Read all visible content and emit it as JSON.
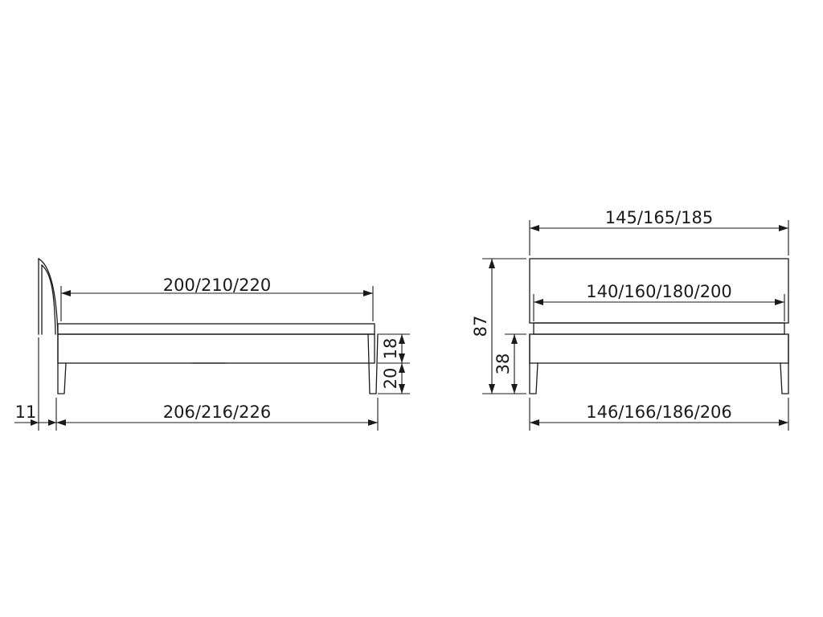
{
  "side_view": {
    "length_mattress": "200/210/220",
    "length_total": "206/216/226",
    "headboard_offset": "11",
    "frame_height": "18",
    "leg_height": "20"
  },
  "front_view": {
    "width_headboard": "145/165/185",
    "width_mattress": "140/160/180/200",
    "width_total": "146/166/186/206",
    "height_total": "87",
    "height_frame_top": "38"
  }
}
